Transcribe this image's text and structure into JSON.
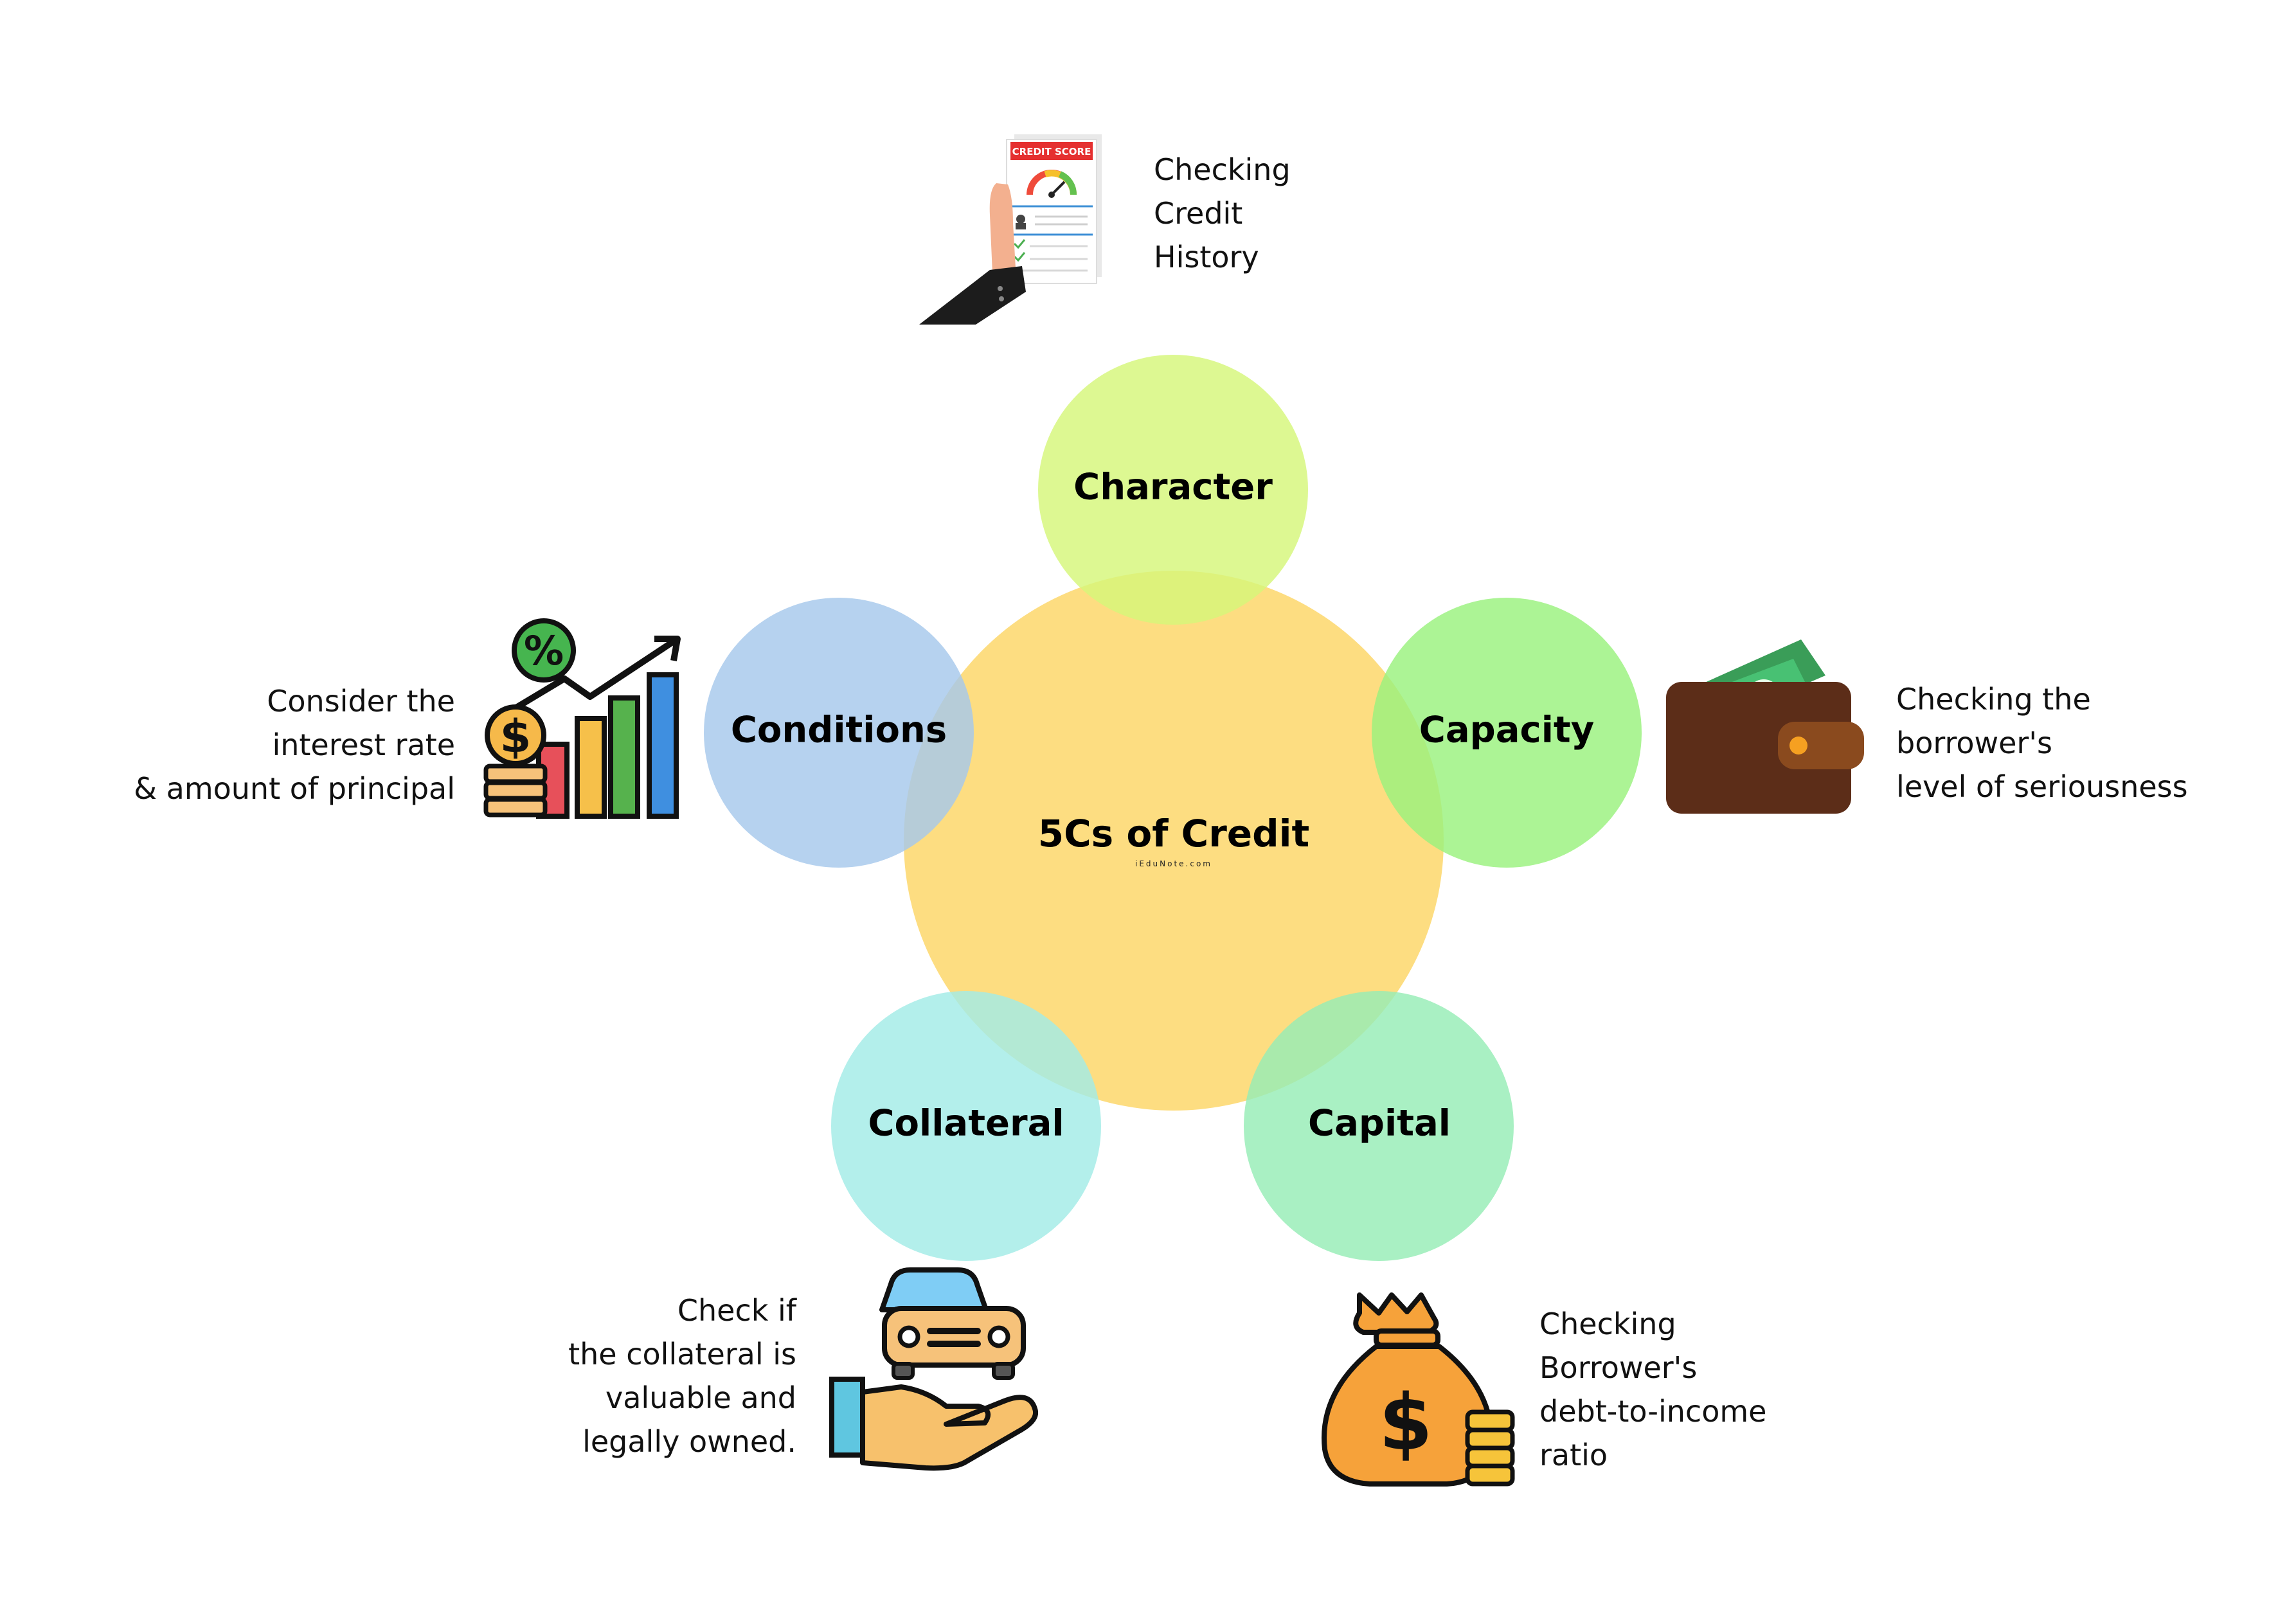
{
  "center": {
    "title": "5Cs of Credit",
    "watermark": "iEduNote.com",
    "color": "#FDDB7A"
  },
  "elements": [
    {
      "key": "character",
      "label": "Character",
      "color": "#D5F77A",
      "description": [
        "Checking",
        "Credit",
        "History"
      ],
      "icon": "credit-score-report-icon",
      "icon_text": "CREDIT SCORE"
    },
    {
      "key": "capacity",
      "label": "Capacity",
      "color": "#9AF27E",
      "description": [
        "Checking the",
        "borrower's",
        "level of seriousness"
      ],
      "icon": "wallet-icon"
    },
    {
      "key": "capital",
      "label": "Capital",
      "color": "#96EDB6",
      "description": [
        "Checking",
        "Borrower's",
        "debt-to-income",
        "ratio"
      ],
      "icon": "money-bag-icon"
    },
    {
      "key": "collateral",
      "label": "Collateral",
      "color": "#A2EBE6",
      "description": [
        "Check if",
        "the collateral is",
        "valuable and",
        "legally owned."
      ],
      "icon": "car-in-hand-icon"
    },
    {
      "key": "conditions",
      "label": "Conditions",
      "color": "#A6C8EC",
      "description": [
        "Consider the",
        "interest rate",
        "& amount of principal"
      ],
      "icon": "interest-growth-chart-icon"
    }
  ]
}
